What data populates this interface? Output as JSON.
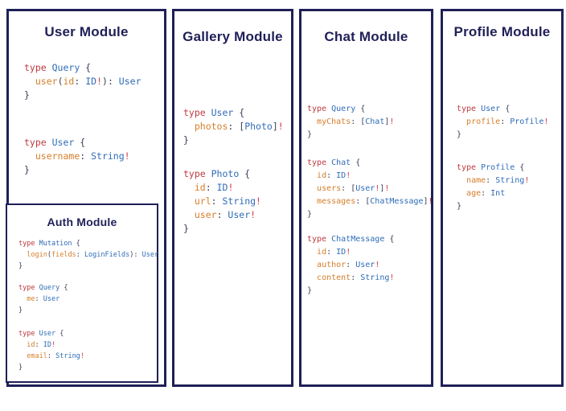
{
  "colors": {
    "navy": "#1f2057",
    "keyword_red": "#bf3a41",
    "type_blue": "#2f6cb7",
    "field_orange": "#d57e2a",
    "punctuation": "#3a3f58",
    "bang_red": "#d03b43",
    "background": "#ffffff"
  },
  "panels": [
    {
      "id": "user-module",
      "title": "User Module",
      "blocks": [
        [
          [
            [
              "k",
              "type "
            ],
            [
              "t",
              "Query "
            ],
            [
              "p",
              "{"
            ]
          ],
          [
            [
              "p",
              "  "
            ],
            [
              "f",
              "user"
            ],
            [
              "p",
              "("
            ],
            [
              "f",
              "id"
            ],
            [
              "p",
              ": "
            ],
            [
              "t",
              "ID"
            ],
            [
              "b",
              "!"
            ],
            [
              "p",
              "): "
            ],
            [
              "t",
              "User"
            ]
          ],
          [
            [
              "p",
              "}"
            ]
          ]
        ],
        [
          [
            [
              "k",
              "type "
            ],
            [
              "t",
              "User "
            ],
            [
              "p",
              "{"
            ]
          ],
          [
            [
              "p",
              "  "
            ],
            [
              "f",
              "username"
            ],
            [
              "p",
              ": "
            ],
            [
              "t",
              "String"
            ],
            [
              "b",
              "!"
            ]
          ],
          [
            [
              "p",
              "}"
            ]
          ]
        ]
      ]
    },
    {
      "id": "gallery-module",
      "title": "Gallery Module",
      "blocks": [
        [
          [
            [
              "k",
              "type "
            ],
            [
              "t",
              "User "
            ],
            [
              "p",
              "{"
            ]
          ],
          [
            [
              "p",
              "  "
            ],
            [
              "f",
              "photos"
            ],
            [
              "p",
              ": ["
            ],
            [
              "t",
              "Photo"
            ],
            [
              "p",
              "]"
            ],
            [
              "b",
              "!"
            ]
          ],
          [
            [
              "p",
              "}"
            ]
          ]
        ],
        [
          [
            [
              "k",
              "type "
            ],
            [
              "t",
              "Photo "
            ],
            [
              "p",
              "{"
            ]
          ],
          [
            [
              "p",
              "  "
            ],
            [
              "f",
              "id"
            ],
            [
              "p",
              ": "
            ],
            [
              "t",
              "ID"
            ],
            [
              "b",
              "!"
            ]
          ],
          [
            [
              "p",
              "  "
            ],
            [
              "f",
              "url"
            ],
            [
              "p",
              ": "
            ],
            [
              "t",
              "String"
            ],
            [
              "b",
              "!"
            ]
          ],
          [
            [
              "p",
              "  "
            ],
            [
              "f",
              "user"
            ],
            [
              "p",
              ": "
            ],
            [
              "t",
              "User"
            ],
            [
              "b",
              "!"
            ]
          ],
          [
            [
              "p",
              "}"
            ]
          ]
        ]
      ]
    },
    {
      "id": "chat-module",
      "title": "Chat Module",
      "blocks": [
        [
          [
            [
              "k",
              "type "
            ],
            [
              "t",
              "Query "
            ],
            [
              "p",
              "{"
            ]
          ],
          [
            [
              "p",
              "  "
            ],
            [
              "f",
              "myChats"
            ],
            [
              "p",
              ": ["
            ],
            [
              "t",
              "Chat"
            ],
            [
              "p",
              "]"
            ],
            [
              "b",
              "!"
            ]
          ],
          [
            [
              "p",
              "}"
            ]
          ]
        ],
        [
          [
            [
              "k",
              "type "
            ],
            [
              "t",
              "Chat "
            ],
            [
              "p",
              "{"
            ]
          ],
          [
            [
              "p",
              "  "
            ],
            [
              "f",
              "id"
            ],
            [
              "p",
              ": "
            ],
            [
              "t",
              "ID"
            ],
            [
              "b",
              "!"
            ]
          ],
          [
            [
              "p",
              "  "
            ],
            [
              "f",
              "users"
            ],
            [
              "p",
              ": ["
            ],
            [
              "t",
              "User"
            ],
            [
              "b",
              "!"
            ],
            [
              "p",
              "]"
            ],
            [
              "b",
              "!"
            ]
          ],
          [
            [
              "p",
              "  "
            ],
            [
              "f",
              "messages"
            ],
            [
              "p",
              ": ["
            ],
            [
              "t",
              "ChatMessage"
            ],
            [
              "p",
              "]"
            ],
            [
              "b",
              "!"
            ]
          ],
          [
            [
              "p",
              "}"
            ]
          ]
        ],
        [
          [
            [
              "k",
              "type "
            ],
            [
              "t",
              "ChatMessage "
            ],
            [
              "p",
              "{"
            ]
          ],
          [
            [
              "p",
              "  "
            ],
            [
              "f",
              "id"
            ],
            [
              "p",
              ": "
            ],
            [
              "t",
              "ID"
            ],
            [
              "b",
              "!"
            ]
          ],
          [
            [
              "p",
              "  "
            ],
            [
              "f",
              "author"
            ],
            [
              "p",
              ": "
            ],
            [
              "t",
              "User"
            ],
            [
              "b",
              "!"
            ]
          ],
          [
            [
              "p",
              "  "
            ],
            [
              "f",
              "content"
            ],
            [
              "p",
              ": "
            ],
            [
              "t",
              "String"
            ],
            [
              "b",
              "!"
            ]
          ],
          [
            [
              "p",
              "}"
            ]
          ]
        ]
      ]
    },
    {
      "id": "profile-module",
      "title": "Profile Module",
      "blocks": [
        [
          [
            [
              "k",
              "type "
            ],
            [
              "t",
              "User "
            ],
            [
              "p",
              "{"
            ]
          ],
          [
            [
              "p",
              "  "
            ],
            [
              "f",
              "profile"
            ],
            [
              "p",
              ": "
            ],
            [
              "t",
              "Profile"
            ],
            [
              "b",
              "!"
            ]
          ],
          [
            [
              "p",
              "}"
            ]
          ]
        ],
        [
          [
            [
              "k",
              "type "
            ],
            [
              "t",
              "Profile "
            ],
            [
              "p",
              "{"
            ]
          ],
          [
            [
              "p",
              "  "
            ],
            [
              "f",
              "name"
            ],
            [
              "p",
              ": "
            ],
            [
              "t",
              "String"
            ],
            [
              "b",
              "!"
            ]
          ],
          [
            [
              "p",
              "  "
            ],
            [
              "f",
              "age"
            ],
            [
              "p",
              ": "
            ],
            [
              "t",
              "Int"
            ]
          ],
          [
            [
              "p",
              "}"
            ]
          ]
        ]
      ]
    }
  ],
  "auth_module": {
    "title": "Auth Module",
    "blocks": [
      [
        [
          [
            "k",
            "type "
          ],
          [
            "t",
            "Mutation "
          ],
          [
            "p",
            "{"
          ]
        ],
        [
          [
            "p",
            "  "
          ],
          [
            "f",
            "login"
          ],
          [
            "p",
            "("
          ],
          [
            "f",
            "fields"
          ],
          [
            "p",
            ": "
          ],
          [
            "t",
            "LoginFields"
          ],
          [
            "p",
            "): "
          ],
          [
            "t",
            "User"
          ]
        ],
        [
          [
            "p",
            "}"
          ]
        ]
      ],
      [
        [
          [
            "k",
            "type "
          ],
          [
            "t",
            "Query "
          ],
          [
            "p",
            "{"
          ]
        ],
        [
          [
            "p",
            "  "
          ],
          [
            "f",
            "me"
          ],
          [
            "p",
            ": "
          ],
          [
            "t",
            "User"
          ]
        ],
        [
          [
            "p",
            "}"
          ]
        ]
      ],
      [
        [
          [
            "k",
            "type "
          ],
          [
            "t",
            "User "
          ],
          [
            "p",
            "{"
          ]
        ],
        [
          [
            "p",
            "  "
          ],
          [
            "f",
            "id"
          ],
          [
            "p",
            ": "
          ],
          [
            "t",
            "ID"
          ],
          [
            "b",
            "!"
          ]
        ],
        [
          [
            "p",
            "  "
          ],
          [
            "f",
            "email"
          ],
          [
            "p",
            ": "
          ],
          [
            "t",
            "String"
          ],
          [
            "b",
            "!"
          ]
        ],
        [
          [
            "p",
            "}"
          ]
        ]
      ]
    ]
  }
}
